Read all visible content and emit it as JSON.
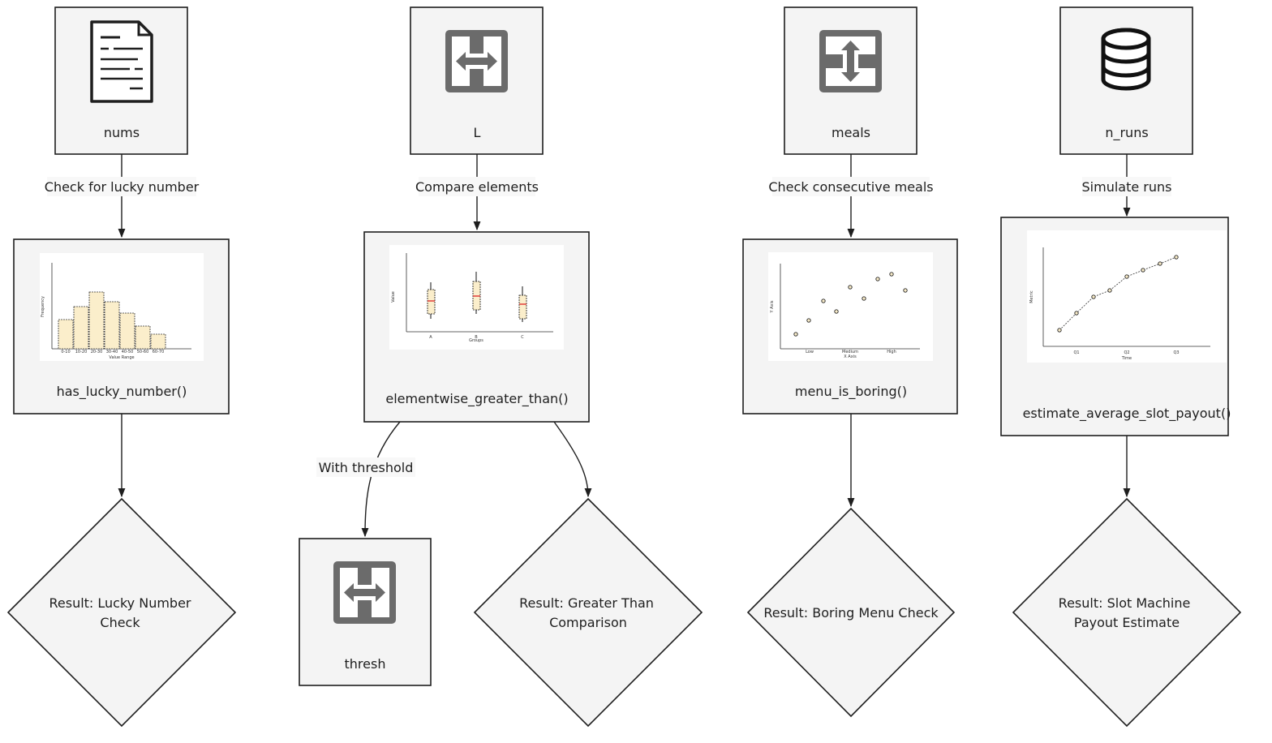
{
  "nodes": {
    "nums": {
      "label": "nums",
      "icon": "document-icon"
    },
    "L": {
      "label": "L",
      "icon": "arrows-horizontal-icon"
    },
    "meals": {
      "label": "meals",
      "icon": "arrows-vertical-icon"
    },
    "n_runs": {
      "label": "n_runs",
      "icon": "database-icon"
    },
    "has_lucky_number": {
      "label": "has_lucky_number()",
      "icon": "histogram-chart"
    },
    "elementwise_greater_than": {
      "label": "elementwise_greater_than()",
      "icon": "boxplot-chart"
    },
    "menu_is_boring": {
      "label": "menu_is_boring()",
      "icon": "scatter-chart"
    },
    "estimate_average_slot_payout": {
      "label": "estimate_average_slot_payout()",
      "icon": "line-chart"
    },
    "thresh": {
      "label": "thresh",
      "icon": "arrows-horizontal-icon"
    },
    "result_lucky": {
      "line1": "Result: Lucky Number",
      "line2": "Check"
    },
    "result_greater": {
      "line1": "Result: Greater Than",
      "line2": "Comparison"
    },
    "result_boring": {
      "line1": "Result: Boring Menu Check"
    },
    "result_slot": {
      "line1": "Result: Slot Machine",
      "line2": "Payout Estimate"
    }
  },
  "edges": {
    "nums_to_lucky": "Check for lucky number",
    "L_to_greater": "Compare elements",
    "meals_to_boring": "Check consecutive meals",
    "nruns_to_slot": "Simulate runs",
    "greater_to_thresh": "With threshold"
  },
  "thumbnails": {
    "histogram": {
      "xlabel": "Value Range",
      "ylabel": "Frequency",
      "categories": [
        "0-10",
        "10-20",
        "20-30",
        "30-40",
        "40-50",
        "50-60",
        "60-70"
      ]
    },
    "boxplot": {
      "xlabel": "Groups",
      "ylabel": "Value",
      "categories": [
        "A",
        "B",
        "C"
      ]
    },
    "scatter": {
      "xlabel": "X Axis",
      "ylabel": "Y Axis",
      "categories": [
        "Low",
        "Medium",
        "High"
      ]
    },
    "line": {
      "xlabel": "Time",
      "ylabel": "Metric",
      "categories": [
        "Q1",
        "Q2",
        "Q3"
      ]
    }
  },
  "colors": {
    "box_fill": "#f4f4f4",
    "stroke": "#1e1e1e",
    "thumb_bar": "#fbeecb",
    "median": "#e03131"
  }
}
